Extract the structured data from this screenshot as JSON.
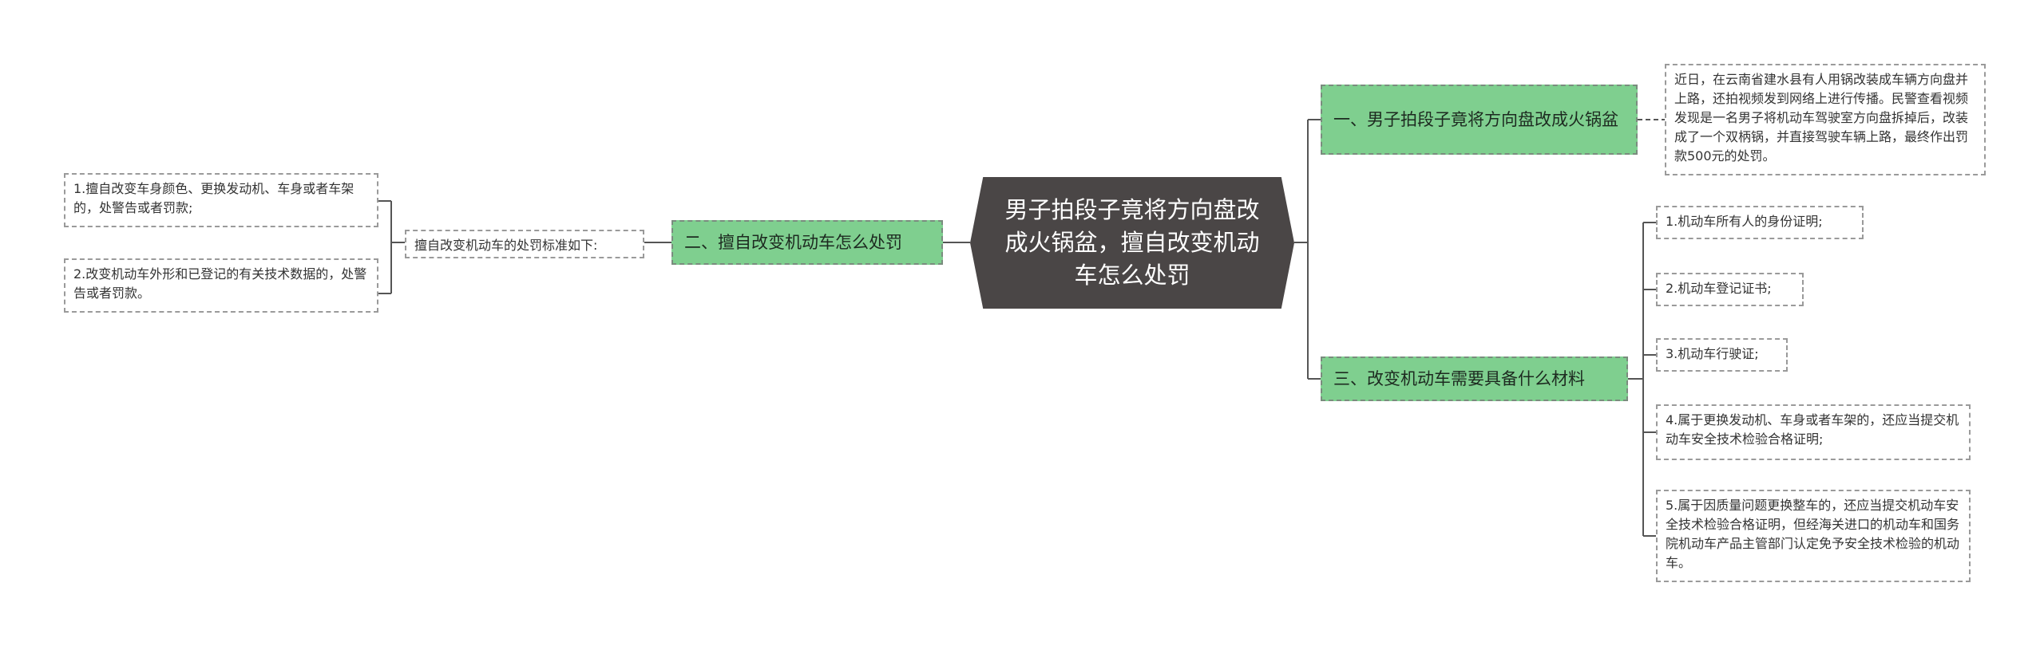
{
  "central_topic": "男子拍段子竟将方向盘改成火锅盆，擅自改变机动车怎么处罚",
  "branches": [
    {
      "label": "一、男子拍段子竟将方向盘改成火锅盆",
      "details": [
        "近日，在云南省建水县有人用锅改装成车辆方向盘并上路，还拍视频发到网络上进行传播。民警查看视频发现是一名男子将机动车驾驶室方向盘拆掉后，改装成了一个双柄锅，并直接驾驶车辆上路，最终作出罚款500元的处罚。"
      ]
    },
    {
      "label": "二、擅自改变机动车怎么处罚",
      "sub_label": "擅自改变机动车的处罚标准如下:",
      "details": [
        "1.擅自改变车身颜色、更换发动机、车身或者车架的，处警告或者罚款;",
        "2.改变机动车外形和已登记的有关技术数据的，处警告或者罚款。"
      ]
    },
    {
      "label": "三、改变机动车需要具备什么材料",
      "details": [
        "1.机动车所有人的身份证明;",
        "2.机动车登记证书;",
        "3.机动车行驶证;",
        "4.属于更换发动机、车身或者车架的，还应当提交机动车安全技术检验合格证明;",
        "5.属于因质量问题更换整车的，还应当提交机动车安全技术检验合格证明，但经海关进口的机动车和国务院机动车产品主管部门认定免予安全技术检验的机动车。"
      ]
    }
  ],
  "colors": {
    "central_fill": "#4a4646",
    "branch_fill": "#7fcf8f",
    "line": "#555555"
  }
}
